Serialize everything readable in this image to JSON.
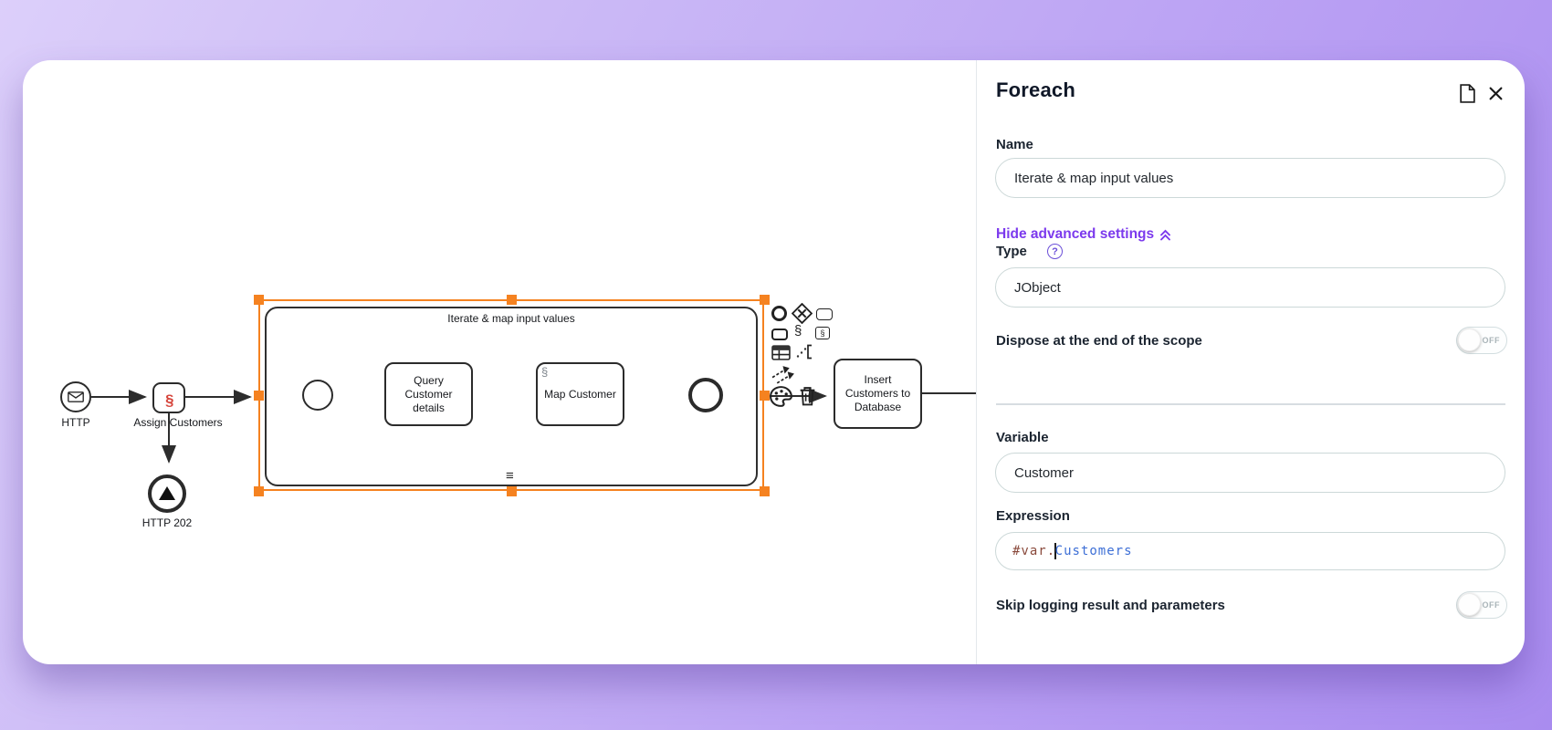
{
  "colors": {
    "accent_purple": "#7c3aed",
    "selection_orange": "#f58220",
    "expression_prefix_color": "#8a4a3c",
    "expression_value_color": "#3d6fd6"
  },
  "panel": {
    "title": "Foreach",
    "name_label": "Name",
    "name_value": "Iterate & map input values",
    "advanced_link": "Hide advanced settings",
    "type_label": "Type",
    "type_value": "JObject",
    "dispose_label": "Dispose at the end of the scope",
    "dispose_state": "OFF",
    "variable_label": "Variable",
    "variable_value": "Customer",
    "expression_label": "Expression",
    "expression_prefix": "#var.",
    "expression_value": "Customers",
    "skip_label": "Skip logging result and parameters",
    "skip_state": "OFF"
  },
  "diagram": {
    "http_start_label": "HTTP",
    "assign_task_label": "Assign Customers",
    "http_202_label": "HTTP 202",
    "foreach_container_label": "Iterate & map input values",
    "query_task_label": "Query Customer details",
    "map_task_label": "Map Customer",
    "insert_task_label": "Insert Customers to Database",
    "script_marker": "§",
    "hamburger_marker": "≡",
    "toolbar_icons": [
      "end-event-icon",
      "gateway-icon",
      "task-icon",
      "task-bold-icon",
      "script-icon",
      "script-task-icon",
      "table-icon",
      "embed-bracket-icon",
      "connect-arrows-icon",
      "palette-icon",
      "trash-icon"
    ]
  }
}
